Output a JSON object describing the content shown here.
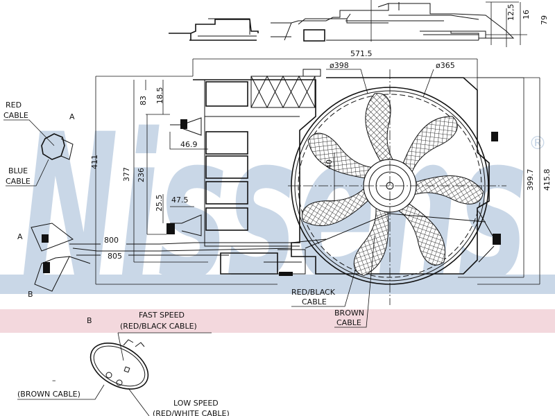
{
  "logo": {
    "text": "Nissens",
    "registered": "®"
  },
  "colors": {
    "watermark": "#c9d7e7",
    "pink_band": "#f3d8dd",
    "line": "#111111"
  },
  "dimensions": {
    "top_12_5": "12,5",
    "top_16": "16",
    "top_79": "79",
    "width_571_5": "571.5",
    "dia_398": "ø398",
    "dia_365": "ø365",
    "h_83": "83",
    "h_18_5": "18.5",
    "h_411": "411",
    "h_377": "377",
    "h_236": "236",
    "w_46_9": "46.9",
    "h_25_5": "25.5",
    "w_47_5": "47.5",
    "h_40": "40",
    "len_800": "800",
    "len_805": "805",
    "h_399_7": "399.7",
    "h_415_8": "415.8"
  },
  "labels": {
    "view_a_top": "A",
    "red_cable_1": "RED",
    "red_cable_2": "CABLE",
    "blue_cable_1": "BLUE",
    "blue_cable_2": "CABLE",
    "view_a_bottom": "A",
    "view_b_bottom": "B",
    "red_black_1": "RED/BLACK",
    "red_black_2": "CABLE",
    "brown_1": "BROWN",
    "brown_2": "CABLE"
  },
  "detail_b": {
    "title": "B",
    "fast_speed_1": "FAST SPEED",
    "fast_speed_2": "(RED/BLACK CABLE)",
    "minus": "–",
    "brown": "(BROWN CABLE)",
    "low_speed_1": "LOW SPEED",
    "low_speed_2": "(RED/WHITE CABLE)"
  }
}
